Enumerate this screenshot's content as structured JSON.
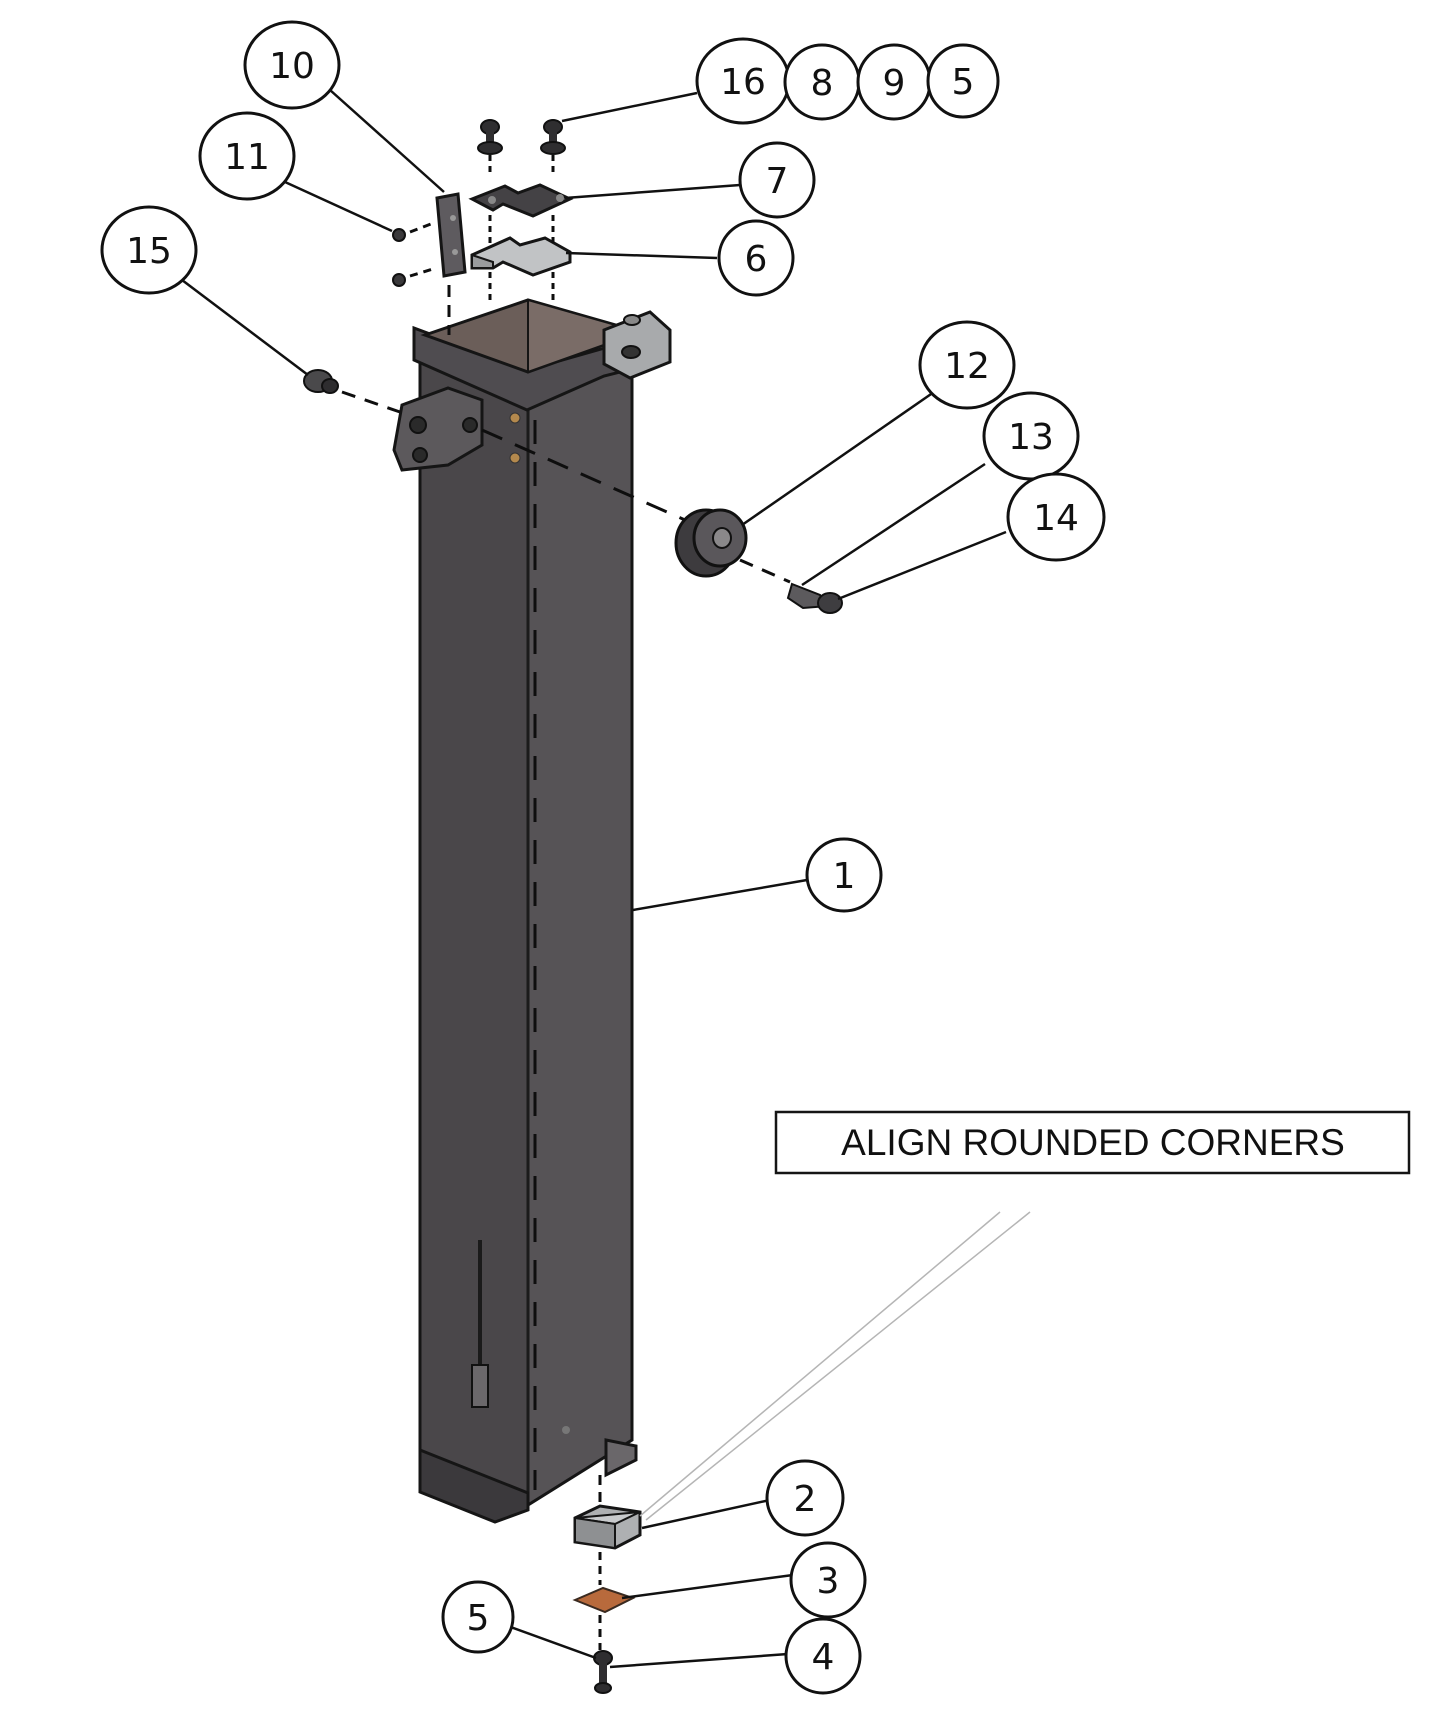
{
  "callouts": {
    "c1": "1",
    "c2": "2",
    "c3": "3",
    "c4": "4",
    "c5_bottom": "5",
    "c6": "6",
    "c7": "7",
    "c10": "10",
    "c11": "11",
    "c12": "12",
    "c13": "13",
    "c14": "14",
    "c15": "15",
    "c16": "16",
    "c8": "8",
    "c9": "9",
    "c5_top": "5"
  },
  "note": "ALIGN ROUNDED CORNERS",
  "colors": {
    "post_body": "#4b484b",
    "post_side": "#555255",
    "post_edge": "#1a1a1a",
    "plate_light": "#b9bbbd",
    "plate_dark": "#3f3d40",
    "copper": "#b36a3e",
    "hardware": "#2d2c2e"
  }
}
